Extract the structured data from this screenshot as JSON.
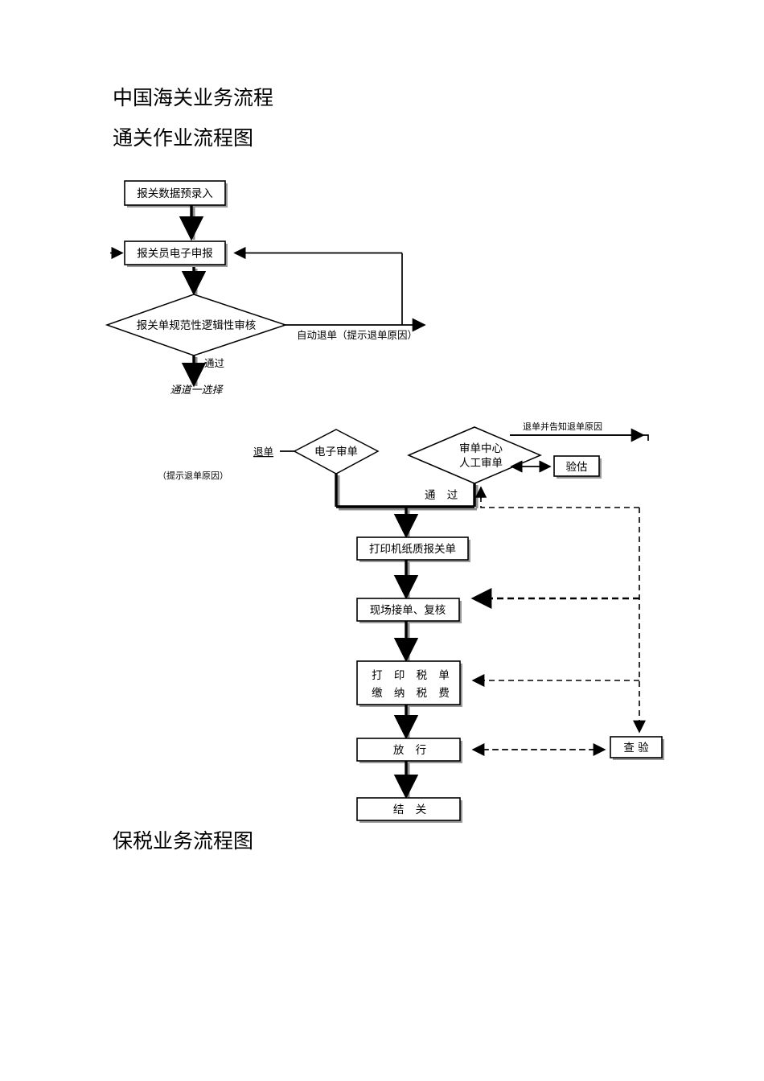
{
  "document": {
    "title_main": "中国海关业务流程",
    "title_section_1": "通关作业流程图",
    "title_section_2": "保税业务流程图"
  },
  "flowchart_customs_clearance": {
    "nodes": {
      "pre_entry": "报关数据预录入",
      "broker_declaration": "报关员电子申报",
      "validity_check": "报关单规范性逻辑性审核",
      "electronic_review": "电子审单",
      "review_center_line1": "审单中心",
      "review_center_line2": "人工审单",
      "appraisal": "验估",
      "print_declaration": "打印机纸质报关单",
      "onsite_receive": "现场接单、复核",
      "print_tax_line1": "打 印 税 单",
      "print_tax_line2": "缴 纳 税 费",
      "release": "放  行",
      "close_customs": "结  关",
      "inspection": "查  验"
    },
    "edge_labels": {
      "auto_return": "自动退单（提示退单原因）",
      "passed_1": "通过",
      "channel_select": "通道一选择",
      "return_doc": "退单",
      "return_reason_hint": "（提示退单原因）",
      "passed_2": "通  过",
      "return_with_reason": "退单并告知退单原因"
    }
  }
}
